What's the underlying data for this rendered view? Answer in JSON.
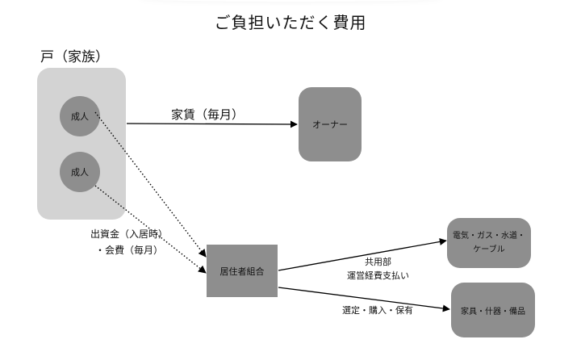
{
  "title": "ご負担いただく費用",
  "household": {
    "label": "戸（家族）",
    "members": [
      "成人",
      "成人"
    ]
  },
  "nodes": {
    "owner": "オーナー",
    "coop": "居住者組合",
    "utility": [
      "電気・ガス・水道・",
      "ケーブル"
    ],
    "furniture": "家具・什器・備品"
  },
  "flows": {
    "rent": "家賃（毎月）",
    "fund": [
      "出資金（入居時）",
      "・会費（毎月）"
    ],
    "common": [
      "共用部",
      "運営経費支払い"
    ],
    "select": "選定・購入・保有"
  }
}
